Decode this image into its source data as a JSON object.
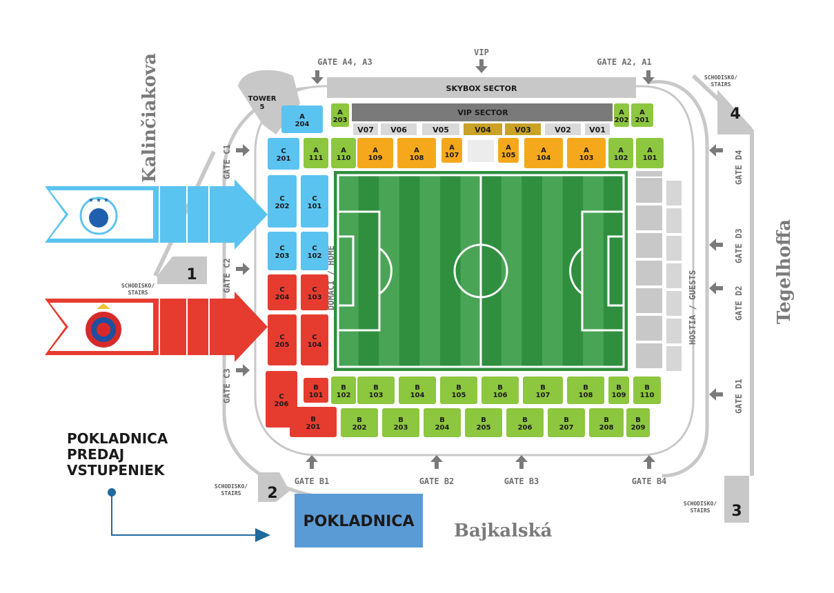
{
  "streets": {
    "west": "Kalinčiakova",
    "east": "Tegelhoffa",
    "south": "Bajkalská"
  },
  "gates": {
    "a4a3": "GATE A4, A3",
    "vip": "VIP",
    "a2a1": "GATE A2, A1",
    "c1": "GATE C1",
    "c2": "GATE C2",
    "c3": "GATE C3",
    "d1": "GATE D1",
    "d2": "GATE D2",
    "d3": "GATE D3",
    "d4": "GATE D4",
    "b1": "GATE B1",
    "b2": "GATE B2",
    "b3": "GATE B3",
    "b4": "GATE B4"
  },
  "sectors": {
    "skybox": "SKYBOX SECTOR",
    "vip": "VIP SECTOR",
    "home": "DOMÁCI / HOME",
    "guests": "HOSTIA / GUESTS"
  },
  "tower": {
    "line1": "TOWER",
    "line2": "5"
  },
  "stairs": [
    {
      "num": "1"
    },
    {
      "num": "2",
      "line1": "SCHODISKO/",
      "line2": "STAIRS"
    },
    {
      "num": "3",
      "line1": "SCHODISKO/",
      "line2": "STAIRS"
    },
    {
      "num": "4",
      "line1": "SCHODISKO/",
      "line2": "STAIRS"
    }
  ],
  "stairs_west": {
    "line1": "SCHODISKO/",
    "line2": "STAIRS"
  },
  "ticket": {
    "info1": "POKLADNICA",
    "info2": "PREDAJ",
    "info3": "VSTUPENIEK",
    "box": "POKLADNICA"
  },
  "vip_boxes": [
    "V07",
    "V06",
    "V05",
    "V04",
    "V03",
    "V02",
    "V01"
  ],
  "blocks": {
    "a203": [
      "A",
      "203"
    ],
    "a202": [
      "A",
      "202"
    ],
    "a201": [
      "A",
      "201"
    ],
    "a204": [
      "A",
      "204"
    ],
    "a111": [
      "A",
      "111"
    ],
    "a110": [
      "A",
      "110"
    ],
    "a109": [
      "A",
      "109"
    ],
    "a108": [
      "A",
      "108"
    ],
    "a107": [
      "A",
      "107"
    ],
    "a105": [
      "A",
      "105"
    ],
    "a104": [
      "A",
      "104"
    ],
    "a103": [
      "A",
      "103"
    ],
    "a102": [
      "A",
      "102"
    ],
    "a101": [
      "A",
      "101"
    ],
    "c201": [
      "C",
      "201"
    ],
    "c202": [
      "C",
      "202"
    ],
    "c101": [
      "C",
      "101"
    ],
    "c203": [
      "C",
      "203"
    ],
    "c102": [
      "C",
      "102"
    ],
    "c204": [
      "C",
      "204"
    ],
    "c103": [
      "C",
      "103"
    ],
    "c205": [
      "C",
      "205"
    ],
    "c104": [
      "C",
      "104"
    ],
    "c206": [
      "C",
      "206"
    ],
    "b101": [
      "B",
      "101"
    ],
    "b201": [
      "B",
      "201"
    ],
    "b102": [
      "B",
      "102"
    ],
    "b103": [
      "B",
      "103"
    ],
    "b104": [
      "B",
      "104"
    ],
    "b105": [
      "B",
      "105"
    ],
    "b106": [
      "B",
      "106"
    ],
    "b107": [
      "B",
      "107"
    ],
    "b108": [
      "B",
      "108"
    ],
    "b109": [
      "B",
      "109"
    ],
    "b110": [
      "B",
      "110"
    ],
    "b202": [
      "B",
      "202"
    ],
    "b203": [
      "B",
      "203"
    ],
    "b204": [
      "B",
      "204"
    ],
    "b205": [
      "B",
      "205"
    ],
    "b206": [
      "B",
      "206"
    ],
    "b207": [
      "B",
      "207"
    ],
    "b208": [
      "B",
      "208"
    ],
    "b209": [
      "B",
      "209"
    ]
  },
  "colors": {
    "blue": "#5bc3f0",
    "red": "#e63c30",
    "green": "#8dc63f",
    "orange": "#f6a81c",
    "gold": "#c9a227",
    "grey": "#c8c8c8",
    "pitch": "#3a9a48",
    "cashier": "#5b9bd5",
    "info": "#1e6a9e"
  }
}
